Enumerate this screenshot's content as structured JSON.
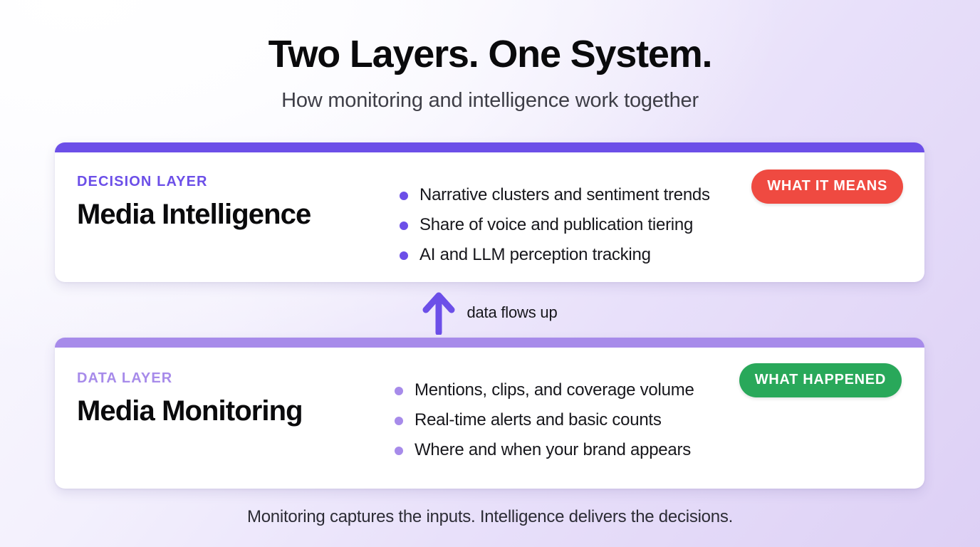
{
  "header": {
    "title": "Two Layers. One System.",
    "subtitle": "How monitoring and intelligence work together"
  },
  "cards": [
    {
      "eyebrow": "DECISION LAYER",
      "heading": "Media Intelligence",
      "badge": "WHAT IT MEANS",
      "badge_color": "#ef4a41",
      "bar_color": "#6c4fe8",
      "bullet_color": "#6c4fe8",
      "bullets": [
        "Narrative clusters and sentiment trends",
        "Share of voice and publication tiering",
        "AI and LLM perception tracking"
      ]
    },
    {
      "eyebrow": "DATA LAYER",
      "heading": "Media Monitoring",
      "badge": "WHAT HAPPENED",
      "badge_color": "#29a85a",
      "bar_color": "#a78bea",
      "bullet_color": "#a78bea",
      "bullets": [
        "Mentions, clips, and coverage volume",
        "Real-time alerts and basic counts",
        "Where and when your brand appears"
      ]
    }
  ],
  "connector": {
    "label": "data flows up",
    "arrow_color": "#6c4fe8"
  },
  "footer": {
    "text": "Monitoring captures the inputs. Intelligence delivers the decisions."
  }
}
